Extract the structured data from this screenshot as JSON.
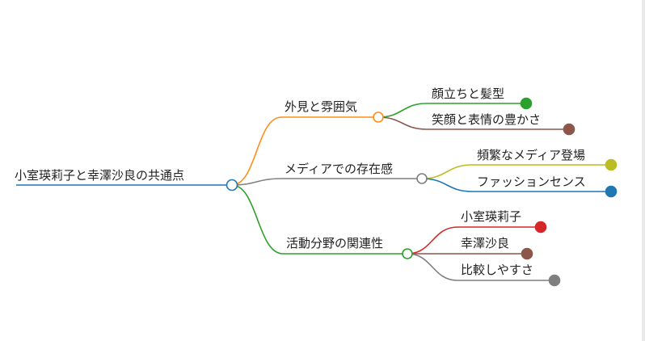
{
  "mindmap": {
    "root": {
      "label": "小室瑛莉子と幸澤沙良の共通点",
      "color": "#1f77b4"
    },
    "branches": [
      {
        "label": "外見と雰囲気",
        "color": "#ff8c1a",
        "children": [
          {
            "label": "顔立ちと髪型",
            "color": "#2ca02c"
          },
          {
            "label": "笑顔と表情の豊かさ",
            "color": "#8c564b"
          }
        ]
      },
      {
        "label": "メディアでの存在感",
        "color": "#7f7f7f",
        "children": [
          {
            "label": "頻繁なメディア登場",
            "color": "#bcbd22"
          },
          {
            "label": "ファッションセンス",
            "color": "#1f77b4"
          }
        ]
      },
      {
        "label": "活動分野の関連性",
        "color": "#2ca02c",
        "children": [
          {
            "label": "小室瑛莉子",
            "color": "#d62728"
          },
          {
            "label": "幸澤沙良",
            "color": "#8c564b"
          },
          {
            "label": "比較しやすさ",
            "color": "#7f7f7f"
          }
        ]
      }
    ]
  }
}
